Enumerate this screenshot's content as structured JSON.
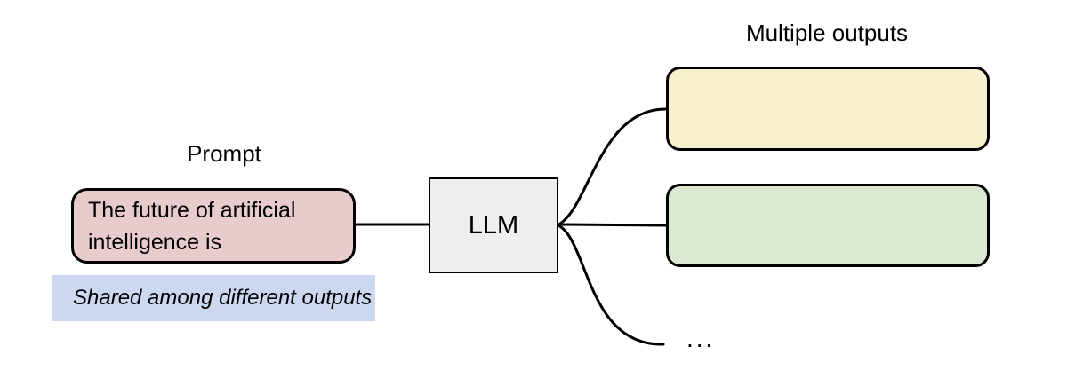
{
  "diagram": {
    "prompt_label": "Prompt",
    "prompt_box_text": "The future of artificial intelligence is",
    "shared_note": "Shared among different outputs",
    "llm_label": "LLM",
    "outputs_label": "Multiple outputs",
    "ellipsis": "...",
    "colors": {
      "prompt_fill": "#e8cbcc",
      "note_fill": "#ccd8f0",
      "llm_fill": "#eeeeee",
      "output_top_fill": "#f8f0ce",
      "output_bottom_fill": "#dde8d3",
      "stroke": "#000000"
    }
  }
}
